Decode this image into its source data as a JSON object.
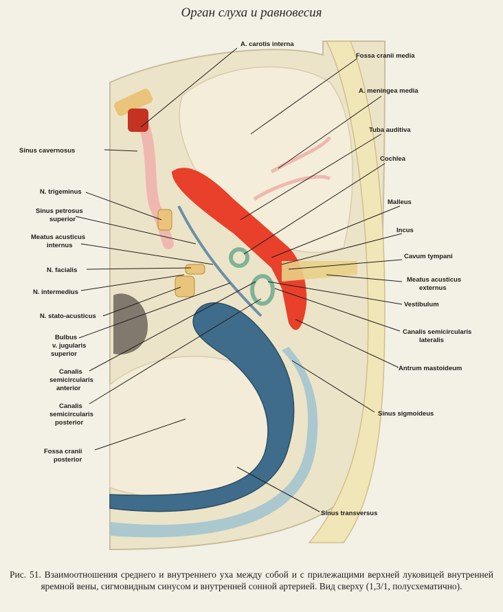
{
  "header": {
    "title": "Орган слуха и равновесия"
  },
  "labels": {
    "carotis": "A. carotis interna",
    "fossa_media": "Fossa cranii media",
    "meningea": "A. meningea media",
    "tuba": "Tuba auditiva",
    "cochlea": "Cochlea",
    "malleus": "Malleus",
    "incus": "Incus",
    "cavum": "Cavum tympani",
    "meatus_ext_1": "Meatus acusticus",
    "meatus_ext_2": "externus",
    "vestibulum": "Vestibulum",
    "canalis_lat_1": "Canalis semicircularis",
    "canalis_lat_2": "lateralis",
    "antrum": "Antrum mastoideum",
    "sigmoideus": "Sinus sigmoideus",
    "transversus": "Sinus transversus",
    "cavernosus": "Sinus cavernosus",
    "trigeminus": "N. trigeminus",
    "petrosus_1": "Sinus petrosus",
    "petrosus_2": "superior",
    "meatus_int_1": "Meatus acusticus",
    "meatus_int_2": "internus",
    "facialis": "N. facialis",
    "intermedius": "N. intermedius",
    "stato": "N. stato-acusticus",
    "bulbus_1": "Bulbus",
    "bulbus_2": "v. jugularis",
    "bulbus_3": "superior",
    "can_ant_1": "Canalis",
    "can_ant_2": "semicircularis",
    "can_ant_3": "anterior",
    "can_post_1": "Canalis",
    "can_post_2": "semicircularis",
    "can_post_3": "posterior",
    "fossa_post_1": "Fossa cranii",
    "fossa_post_2": "posterior"
  },
  "caption": "Рис. 51. Взаимоотношения среднего и внутреннего уха между собой и с прилежащими верхней луковицей внутренней яремной вены, сигмовидным синусом и внутренней сонной артерией. Вид сверху (1,3/1, полусхематично).",
  "colors": {
    "bone": "#ede6cf",
    "bone_edge": "#c8bd9c",
    "artery": "#e8402a",
    "vessel_pink": "#efb8ae",
    "sinus_blue": "#3e6c8a",
    "sinus_light": "#9fc3cf",
    "nerve": "#e9c47a",
    "labyrinth": "#7fb39a"
  }
}
